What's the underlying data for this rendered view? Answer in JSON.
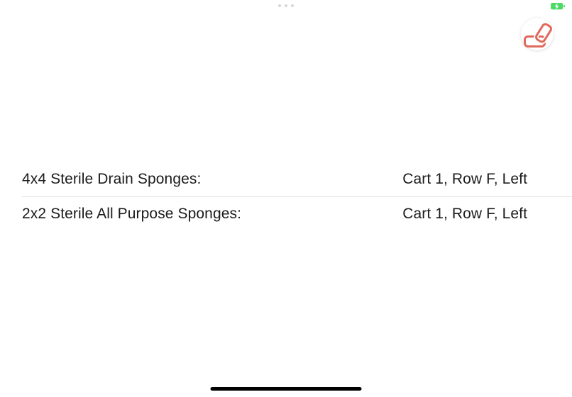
{
  "status_bar": {
    "multitask_indicator_dot_count": 3,
    "battery_icon": "battery-charging-icon",
    "battery_color": "#4cd964"
  },
  "header": {
    "floating_button_icon": "linked-sponges-icon",
    "floating_button_icon_color": "#e0695b"
  },
  "list": {
    "rows": [
      {
        "label": "4x4 Sterile Drain Sponges:",
        "value": "Cart 1, Row F, Left"
      },
      {
        "label": "2x2 Sterile All Purpose Sponges:",
        "value": "Cart 1, Row F, Left"
      }
    ]
  },
  "colors": {
    "text": "#1b1b1d",
    "divider": "#e3e3e5",
    "home_indicator": "#000000",
    "background": "#ffffff"
  }
}
